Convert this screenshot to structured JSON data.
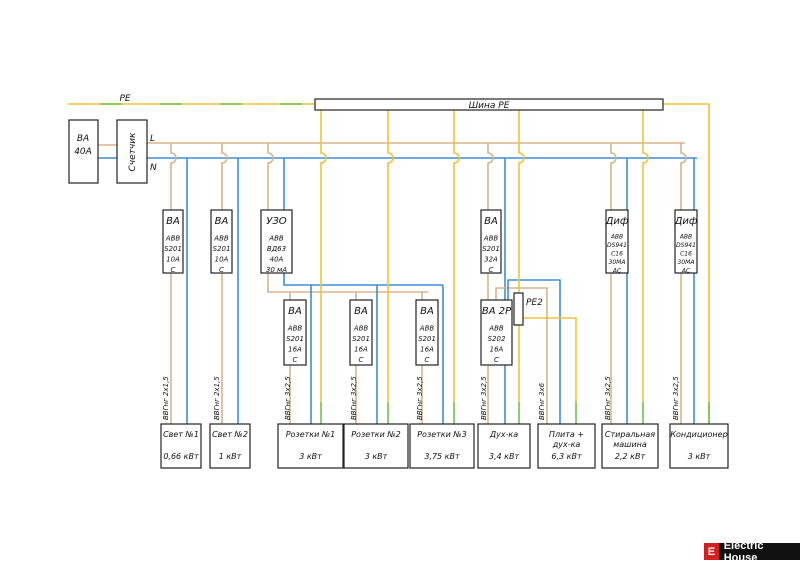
{
  "colors": {
    "L": "#d8b48a",
    "N": "#3b8fd8",
    "PE": "#f2c23a",
    "PE_green": "#6cc24a"
  },
  "labels": {
    "pe": "PE",
    "bus": "Шина PE",
    "l": "L",
    "n": "N",
    "pe2": "PE2"
  },
  "main_breaker": [
    "ВА",
    "40А"
  ],
  "meter": "Счетчик",
  "breakers": [
    {
      "lines": [
        "ВА",
        "ABB",
        "S201",
        "10A",
        "C"
      ]
    },
    {
      "lines": [
        "ВА",
        "ABB",
        "S201",
        "10A",
        "C"
      ]
    },
    {
      "lines": [
        "УЗО",
        "ABB",
        "ВД63",
        "40А",
        "30 мА"
      ]
    },
    {
      "lines": [
        "ВА",
        "ABB",
        "S201",
        "32A",
        "C"
      ]
    },
    {
      "lines": [
        "Диф",
        "ABB",
        "DS941",
        "C16",
        "30MA",
        "AC"
      ]
    },
    {
      "lines": [
        "Диф",
        "ABB",
        "DS941",
        "C16",
        "30MA",
        "AC"
      ]
    },
    {
      "lines": [
        "ВА",
        "ABB",
        "S201",
        "16A",
        "C"
      ]
    },
    {
      "lines": [
        "ВА",
        "ABB",
        "S201",
        "16A",
        "C"
      ]
    },
    {
      "lines": [
        "ВА",
        "ABB",
        "S201",
        "16A",
        "C"
      ]
    },
    {
      "lines": [
        "ВА 2Р",
        "ABB",
        "S202",
        "16A",
        "C"
      ]
    }
  ],
  "cables": [
    "ВВГнг 2х1,5",
    "ВВГнг 2х1,5",
    "ВВГнг 3х2,5",
    "ВВГнг 3х2,5",
    "ВВГнг 3х2,5",
    "ВВГнг 3х2,5",
    "ВВГнг 3х6",
    "ВВГнг 3х2,5",
    "ВВГнг 3х2,5"
  ],
  "loads": [
    {
      "name": [
        "Свет №1"
      ],
      "power": "0,66 кВт"
    },
    {
      "name": [
        "Свет  №2"
      ],
      "power": "1 кВт"
    },
    {
      "name": [
        "Розетки №1"
      ],
      "power": "3 кВт"
    },
    {
      "name": [
        "Розетки №2"
      ],
      "power": "3 кВт"
    },
    {
      "name": [
        "Розетки №3"
      ],
      "power": "3,75 кВт"
    },
    {
      "name": [
        "Дух-ка"
      ],
      "power": "3,4 кВт"
    },
    {
      "name": [
        "Плита +",
        "дух-ка"
      ],
      "power": "6,3 кВт"
    },
    {
      "name": [
        "Стиральная",
        "машина"
      ],
      "power": "2,2 кВт"
    },
    {
      "name": [
        "Кондиционер"
      ],
      "power": "3 кВт"
    }
  ],
  "watermark": {
    "logo": "E",
    "text": "Electric House"
  }
}
